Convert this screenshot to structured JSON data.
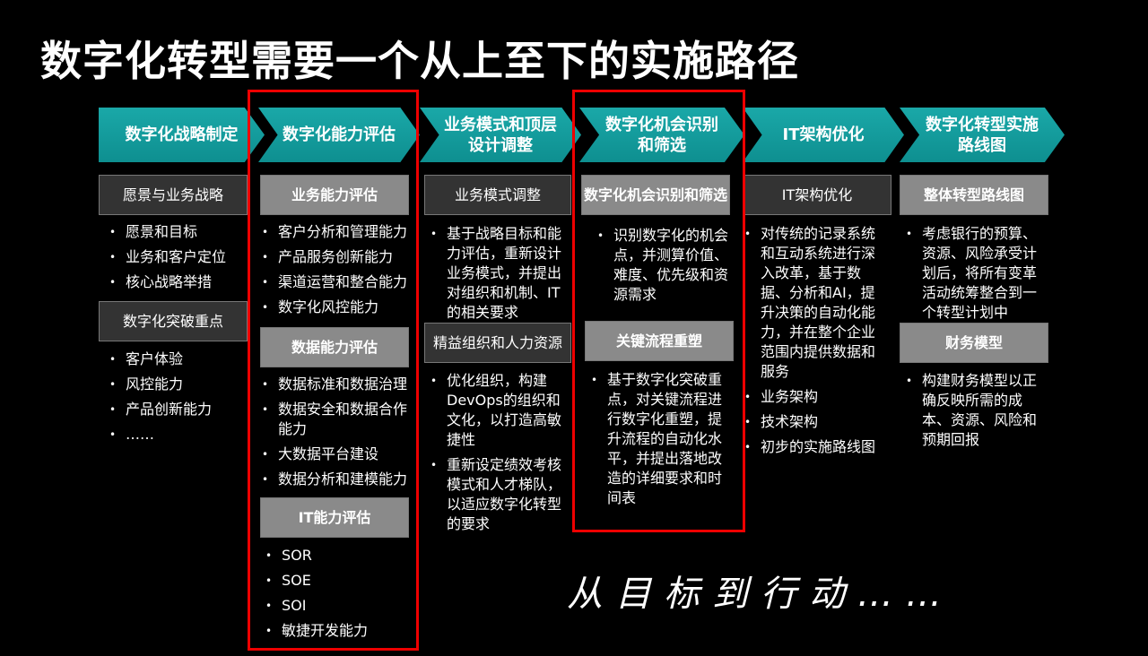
{
  "title": "数字化转型需要一个从上至下的实施路径",
  "steps": [
    "数字化战略制定",
    "数字化能力评估",
    "业务模式和顶层设计调整",
    "数字化机会识别和筛选",
    "IT架构优化",
    "数字化转型实施路线图"
  ],
  "col1": {
    "sub1": "愿景与业务战略",
    "items1": [
      "愿景和目标",
      "业务和客户定位",
      "核心战略举措"
    ],
    "sub2": "数字化突破重点",
    "items2": [
      "客户体验",
      "风控能力",
      "产品创新能力",
      "……"
    ]
  },
  "col2": {
    "sub1": "业务能力评估",
    "items1": [
      "客户分析和管理能力",
      "产品服务创新能力",
      "渠道运营和整合能力",
      "数字化风控能力"
    ],
    "sub2": "数据能力评估",
    "items2": [
      "数据标准和数据治理",
      "数据安全和数据合作能力",
      "大数据平台建设",
      "数据分析和建模能力"
    ],
    "sub3": "IT能力评估",
    "items3": [
      "SOR",
      "SOE",
      "SOI",
      "敏捷开发能力"
    ]
  },
  "col3": {
    "sub1": "业务模式调整",
    "items1": [
      "基于战略目标和能力评估，重新设计业务模式，并提出对组织和机制、IT的相关要求"
    ],
    "sub2": "精益组织和人力资源",
    "items2": [
      "优化组织，构建DevOps的组织和文化，以打造高敏捷性",
      "重新设定绩效考核模式和人才梯队，以适应数字化转型的要求"
    ]
  },
  "col4": {
    "sub1": "数字化机会识别和筛选",
    "items1": [
      "识别数字化的机会点，并测算价值、难度、优先级和资源需求"
    ],
    "sub2": "关键流程重塑",
    "items2": [
      "基于数字化突破重点，对关键流程进行数字化重塑，提升流程的自动化水平，并提出落地改造的详细要求和时间表"
    ]
  },
  "col5": {
    "sub1": "IT架构优化",
    "items1": [
      "对传统的记录系统和互动系统进行深入改革，基于数据、分析和AI，提升决策的自动化能力，并在整个企业范围内提供数据和服务",
      "业务架构",
      "技术架构",
      "初步的实施路线图"
    ]
  },
  "col6": {
    "sub1": "整体转型路线图",
    "items1": [
      "考虑银行的预算、资源、风险承受计划后，将所有变革活动统筹整合到一个转型计划中"
    ],
    "sub2": "财务模型",
    "items2": [
      "构建财务模型以正确反映所需的成本、资源、风险和预期回报"
    ]
  },
  "slogan": "从目标到行动……"
}
